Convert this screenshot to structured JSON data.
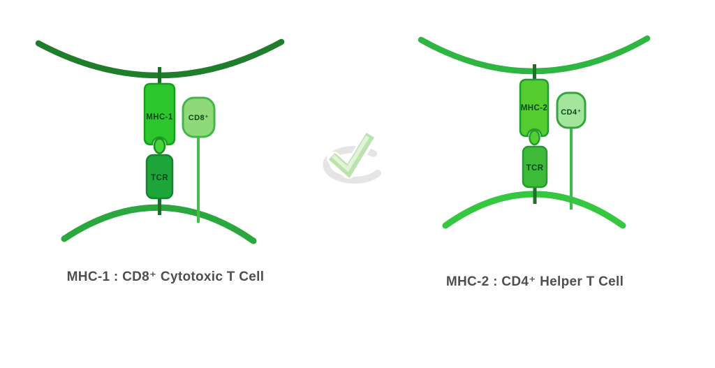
{
  "page": {
    "background": "#ffffff"
  },
  "watermark": {
    "icon": "checkmark-logo-watermark",
    "arc_color": "#e4e4e4",
    "check_color": "#b9e1aa",
    "check_highlight_color": "#e0f4d6"
  },
  "left_panel": {
    "mhc_label": "MHC-1",
    "tcr_label": "TCR",
    "coreceptor_label": "CD8⁺",
    "caption": "MHC-1 : CD8⁺ Cytotoxic T Cell",
    "colors": {
      "apc_membrane": "#1f7e2c",
      "stem": "#1b6f26",
      "mhc_fill": "#2dc62d",
      "mhc_stroke": "#14a01e",
      "peptide_fill": "#43d538",
      "peptide_stroke": "#1a8c22",
      "tcr_fill": "#1ea53a",
      "tcr_stroke": "#15842e",
      "tcell_membrane": "#2aa73d",
      "coreceptor_fill": "#8fd97b",
      "coreceptor_stroke": "#43b649",
      "coreceptor_stem": "#47bd4f"
    }
  },
  "right_panel": {
    "mhc_label": "MHC-2",
    "tcr_label": "TCR",
    "coreceptor_label": "CD4⁺",
    "caption": "MHC-2 : CD4⁺ Helper T Cell",
    "colors": {
      "apc_membrane": "#2eb542",
      "stem": "#216f28",
      "mhc_fill": "#55cc2f",
      "mhc_stroke": "#1f9e2e",
      "peptide_fill": "#55cc2f",
      "peptide_stroke": "#1f9e2e",
      "tcr_fill": "#3eba39",
      "tcr_stroke": "#249a30",
      "tcell_membrane": "#36c740",
      "coreceptor_fill": "#a3e69b",
      "coreceptor_stroke": "#36a43e",
      "coreceptor_stem": "#41ba4b"
    }
  }
}
